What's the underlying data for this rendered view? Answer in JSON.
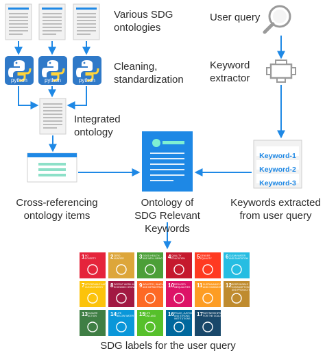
{
  "labels": {
    "sdg_ontologies": "Various SDG\nontologies",
    "cleaning": "Cleaning,\nstandardization",
    "integrated": "Integrated\nontology",
    "user_query": "User query",
    "keyword_extractor": "Keyword\nextractor",
    "cross_ref": "Cross-referencing\nontology items",
    "relevant_ontology": "Ontology of\nSDG Relevant Keywords",
    "keywords_extracted": "Keywords extracted\nfrom user query",
    "sdg_labels": "SDG labels for the user query"
  },
  "python_label": "python",
  "keywords": [
    "Keyword-1",
    "Keyword-2",
    "Keyword-3"
  ],
  "sdg_tiles": [
    {
      "n": "1",
      "title": "NO\nPOVERTY",
      "color": "#e5243b"
    },
    {
      "n": "2",
      "title": "ZERO\nHUNGER",
      "color": "#dda63a"
    },
    {
      "n": "3",
      "title": "GOOD HEALTH\nAND WELL-BEING",
      "color": "#4c9f38"
    },
    {
      "n": "4",
      "title": "QUALITY\nEDUCATION",
      "color": "#c5192d"
    },
    {
      "n": "5",
      "title": "GENDER\nEQUALITY",
      "color": "#ff3a21"
    },
    {
      "n": "6",
      "title": "CLEAN WATER\nAND SANITATION",
      "color": "#26bde2"
    },
    {
      "n": "7",
      "title": "AFFORDABLE AND\nCLEAN ENERGY",
      "color": "#fcc30b"
    },
    {
      "n": "8",
      "title": "DECENT WORK AND\nECONOMIC GROWTH",
      "color": "#a21942"
    },
    {
      "n": "9",
      "title": "INDUSTRY, INNOVATION\nAND INFRASTRUCTURE",
      "color": "#fd6925"
    },
    {
      "n": "10",
      "title": "REDUCED\nINEQUALITIES",
      "color": "#dd1367"
    },
    {
      "n": "11",
      "title": "SUSTAINABLE CITIES\nAND COMMUNITIES",
      "color": "#fd9d24"
    },
    {
      "n": "12",
      "title": "RESPONSIBLE\nCONSUMPTION\nAND PRODUCTION",
      "color": "#bf8b2e"
    },
    {
      "n": "13",
      "title": "CLIMATE\nACTION",
      "color": "#3f7e44"
    },
    {
      "n": "14",
      "title": "LIFE\nBELOW WATER",
      "color": "#0a97d9"
    },
    {
      "n": "15",
      "title": "LIFE\nON LAND",
      "color": "#56c02b"
    },
    {
      "n": "16",
      "title": "PEACE, JUSTICE\nAND STRONG\nINSTITUTIONS",
      "color": "#00689d"
    },
    {
      "n": "17",
      "title": "PARTNERSHIPS\nFOR THE GOALS",
      "color": "#19486a"
    }
  ],
  "colors": {
    "accent": "#1e88e5",
    "python_blue": "#2f79c8",
    "python_yellow": "#ffd43b",
    "doc_gray": "#f0f0f0"
  }
}
